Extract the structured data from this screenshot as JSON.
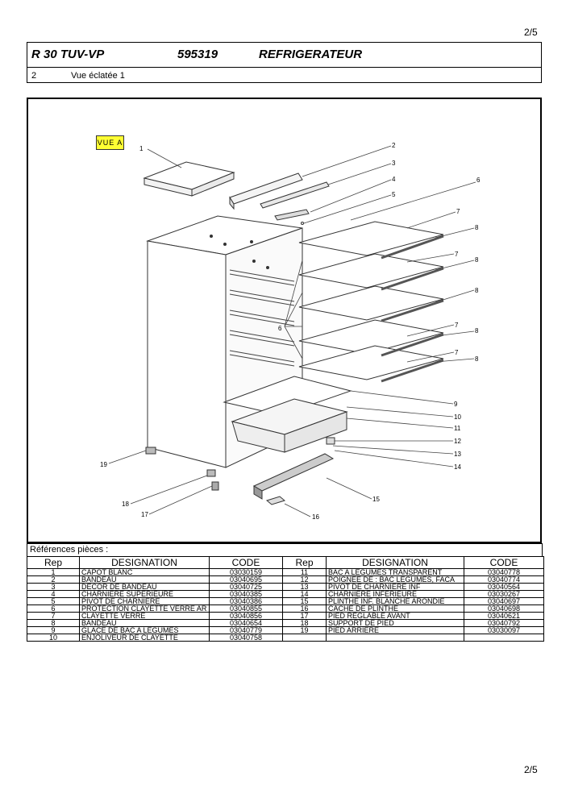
{
  "page": {
    "number_top": "2/5",
    "number_bottom": "2/5"
  },
  "header": {
    "model": "R 30 TUV-VP",
    "code": "595319",
    "product": "REFRIGERATEUR",
    "section_number": "2",
    "section_title": "Vue éclatée 1"
  },
  "diagram": {
    "view_label": "VUE A",
    "callouts": [
      "1",
      "2",
      "3",
      "4",
      "5",
      "6",
      "7",
      "8",
      "7",
      "8",
      "8",
      "7",
      "8",
      "7",
      "8",
      "9",
      "10",
      "11",
      "12",
      "13",
      "14",
      "15",
      "16",
      "17",
      "18",
      "19",
      "6"
    ]
  },
  "references": {
    "title": "Références pièces  :",
    "headers": [
      "Rep",
      "DESIGNATION",
      "CODE",
      "Rep",
      "DESIGNATION",
      "CODE"
    ],
    "rows": [
      [
        "1",
        "CAPOT BLANC",
        "03030159",
        "11",
        "BAC A LEGUMES TRANSPARENT",
        "03040778"
      ],
      [
        "2",
        "BANDEAU",
        "03040695",
        "12",
        "POIGNEE DE : BAC LEGUMES, FACA",
        "03040774"
      ],
      [
        "3",
        "DECOR DE BANDEAU",
        "03040725",
        "13",
        "PIVOT DE CHARNIERE INF",
        "03040564"
      ],
      [
        "4",
        "CHARNIERE SUPERIEURE",
        "03040385",
        "14",
        "CHARNIERE INFERIEURE",
        "03030267"
      ],
      [
        "5",
        "PIVOT DE CHARNIERE",
        "03040386",
        "15",
        "PLINTHE INF. BLANCHE ARONDIE",
        "03040697"
      ],
      [
        "6",
        "PROTECTION CLAYETTE VERRE AR",
        "03040855",
        "16",
        "CACHE DE PLINTHE",
        "03040698"
      ],
      [
        "7",
        "CLAYETTE VERRE",
        "03040856",
        "17",
        "PIED REGLABLE AVANT",
        "03040621"
      ],
      [
        "8",
        "BANDEAU",
        "03040654",
        "18",
        "SUPPORT DE PIED",
        "03040792"
      ],
      [
        "9",
        "GLACE DE BAC A LEGUMES",
        "03040779",
        "19",
        "PIED ARRIERE",
        "03030097"
      ],
      [
        "10",
        "ENJOLIVEUR DE CLAYETTE",
        "03040758",
        "",
        "",
        ""
      ]
    ]
  }
}
